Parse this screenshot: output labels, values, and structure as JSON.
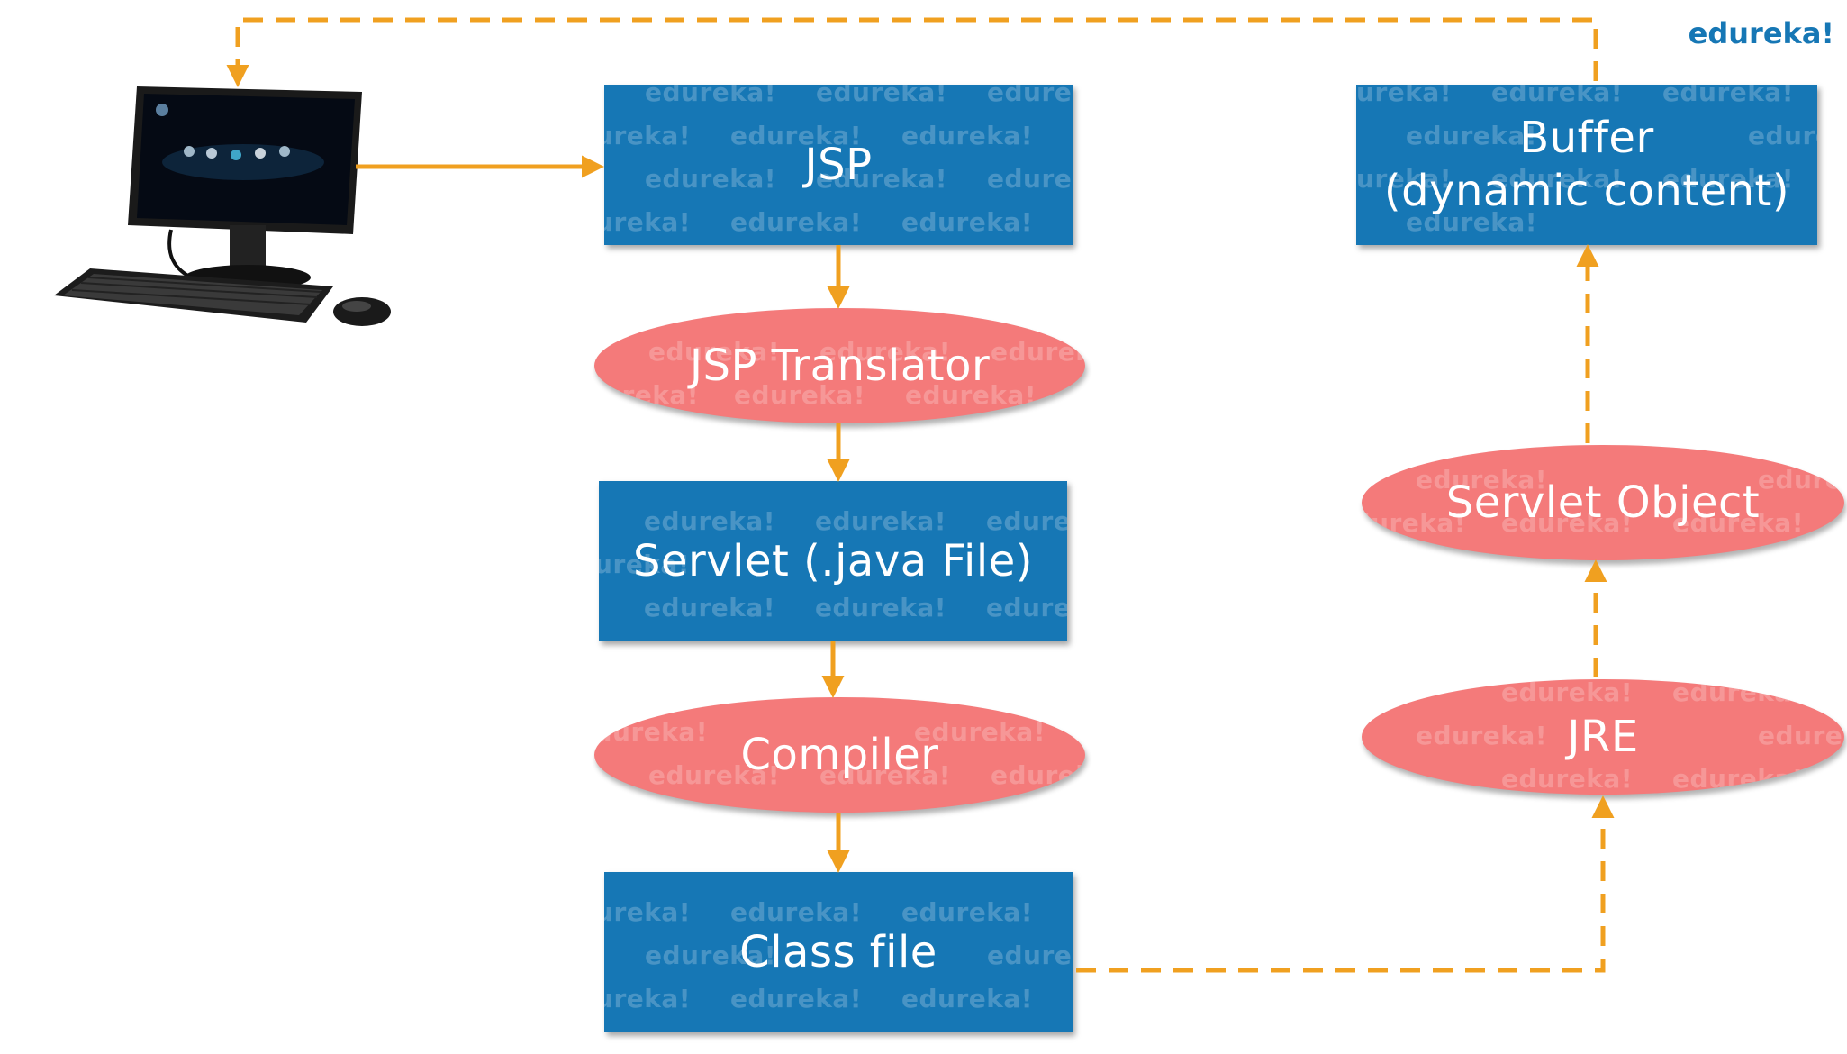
{
  "brand": "edureka!",
  "watermark": "edureka!",
  "nodes": {
    "jsp": "JSP",
    "translator": "JSP Translator",
    "servlet": "Servlet (.java File)",
    "compiler": "Compiler",
    "classfile": "Class file",
    "jre": "JRE",
    "servlet_object": "Servlet Object",
    "buffer": "Buffer\n(dynamic content)"
  },
  "colors": {
    "box": "#1677b5",
    "ellipse": "#f47a7a",
    "arrow": "#f0a020"
  },
  "icons": [
    "desktop-computer-icon",
    "keyboard-icon",
    "mouse-icon"
  ]
}
